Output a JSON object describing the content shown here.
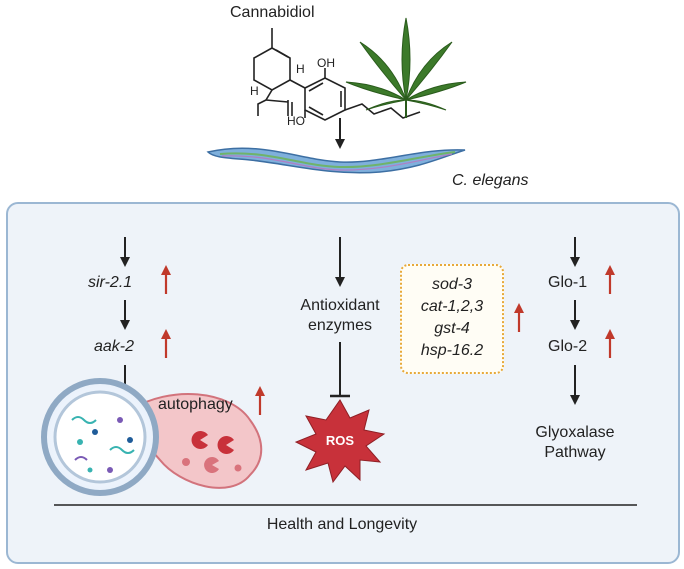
{
  "top": {
    "molecule_name": "Cannabidiol",
    "oh_top": "OH",
    "oh_bottom": "HO",
    "h_upper": "H",
    "h_lower": "H",
    "organism": "C. elegans"
  },
  "left": {
    "gene1": "sir-2.1",
    "gene2": "aak-2",
    "process": "autophagy"
  },
  "middle": {
    "enzymes": [
      "Antioxidant",
      "enzymes"
    ],
    "ros": "ROS"
  },
  "box": {
    "genes": [
      "sod-3",
      "cat-1,2,3",
      "gst-4",
      "hsp-16.2"
    ]
  },
  "right": {
    "glo1": "Glo-1",
    "glo2": "Glo-2",
    "pathway": [
      "Glyoxalase",
      "Pathway"
    ]
  },
  "footer": {
    "label": "Health and Longevity"
  },
  "colors": {
    "panel_bg": "#eef3f9",
    "panel_border": "#9bb7d3",
    "up_arrow": "#c0392b",
    "ros_fill": "#c8313a",
    "leaf": "#3c7a2a",
    "worm": "#4a86c5"
  }
}
